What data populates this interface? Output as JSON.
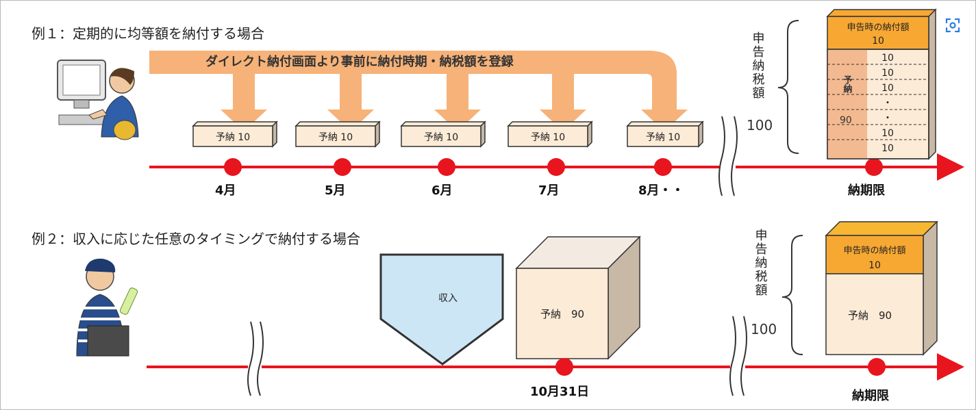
{
  "example1": {
    "title": "例１：定期的に均等額を納付する場合",
    "arrow_text": "ダイレクト納付画面より事前に納付時期・納税額を登録",
    "payments": [
      {
        "label": "予納 10",
        "month": "4月"
      },
      {
        "label": "予納 10",
        "month": "5月"
      },
      {
        "label": "予納 10",
        "month": "6月"
      },
      {
        "label": "予納 10",
        "month": "7月"
      },
      {
        "label": "予納 10",
        "month": "8月・・"
      }
    ],
    "deadline": "納期限",
    "tax_label": "申告納税額",
    "total": "100",
    "stack": {
      "header": "申告時の納付額",
      "header_value": "10",
      "rows": [
        "10",
        "10",
        "10",
        "・",
        "・",
        "10",
        "10"
      ],
      "prepaid": "予納",
      "prepaid_value": "90"
    }
  },
  "example2": {
    "title": "例２：収入に応じた任意のタイミングで納付する場合",
    "income": "収入",
    "prepaid_box": "予納　90",
    "date": "10月31日",
    "deadline": "納期限",
    "tax_label": "申告納税額",
    "total": "100",
    "stack": {
      "header": "申告時の納付額",
      "header_value": "10",
      "body": "予納　90"
    }
  },
  "colors": {
    "timeline": "#e8141e",
    "arrow": "#f4a460",
    "box_face": "#fcebd6",
    "box_side": "#c8b8a6",
    "stack_header": "#f7a833",
    "income_fill": "#cde6f5"
  },
  "icons": [
    "computer-user-icon",
    "laptop-user-icon",
    "scan-icon"
  ]
}
